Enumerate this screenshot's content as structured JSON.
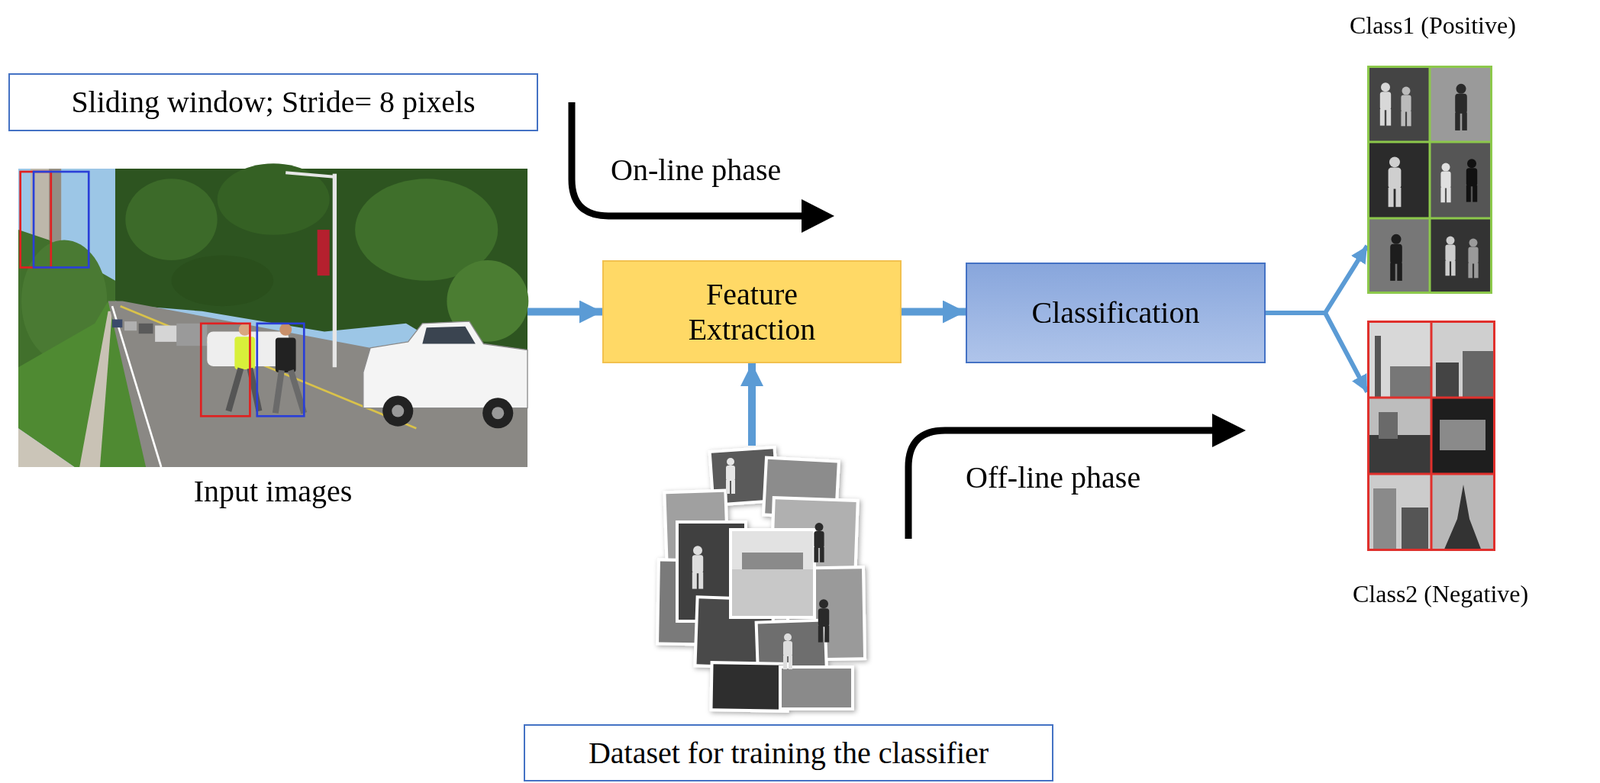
{
  "diagram": {
    "nodes": [
      {
        "text": [
          "Sliding window; Stride= 8 pixels"
        ]
      },
      {
        "text": [
          "Input images"
        ]
      },
      {
        "text": [
          "Feature Extraction"
        ]
      },
      {
        "text": [
          "Classification"
        ]
      },
      {
        "text": [
          "Dataset for training the classifier"
        ]
      },
      {
        "text": [
          "Class1 (Positive)"
        ]
      },
      {
        "text": [
          "Class2 (Negative)"
        ]
      }
    ],
    "edges": [
      {
        "from": 1,
        "to": 2,
        "arrow": "to"
      },
      {
        "from": 4,
        "to": 2,
        "arrow": "to"
      },
      {
        "from": 2,
        "to": 3,
        "arrow": "to"
      },
      {
        "from": 3,
        "to": 5,
        "arrow": "to"
      },
      {
        "from": 3,
        "to": 6,
        "arrow": "to"
      }
    ],
    "labels": [
      "On-line phase",
      "Off-line phase"
    ]
  }
}
